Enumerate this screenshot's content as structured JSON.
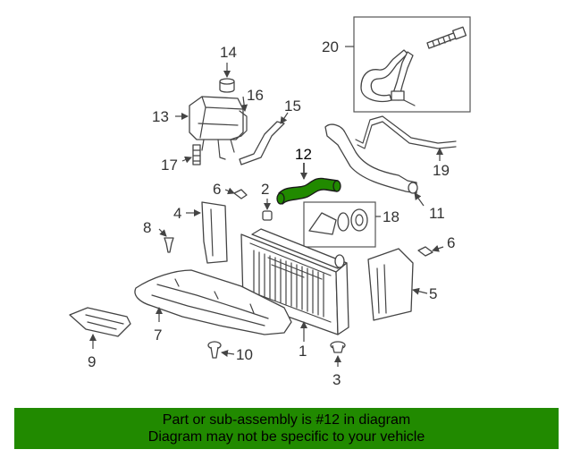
{
  "diagram": {
    "highlight_color": "#218a00",
    "callouts": {
      "c1": "1",
      "c2": "2",
      "c3": "3",
      "c4": "4",
      "c5": "5",
      "c6a": "6",
      "c6b": "6",
      "c7": "7",
      "c8": "8",
      "c9": "9",
      "c10": "10",
      "c11": "11",
      "c12": "12",
      "c13": "13",
      "c14": "14",
      "c15": "15",
      "c16": "16",
      "c17": "17",
      "c18": "18",
      "c19": "19",
      "c20": "20"
    }
  },
  "footer": {
    "background": "#218a00",
    "line1": "Part or sub-assembly is #12 in diagram",
    "line2": "Diagram may not be specific to your vehicle"
  }
}
